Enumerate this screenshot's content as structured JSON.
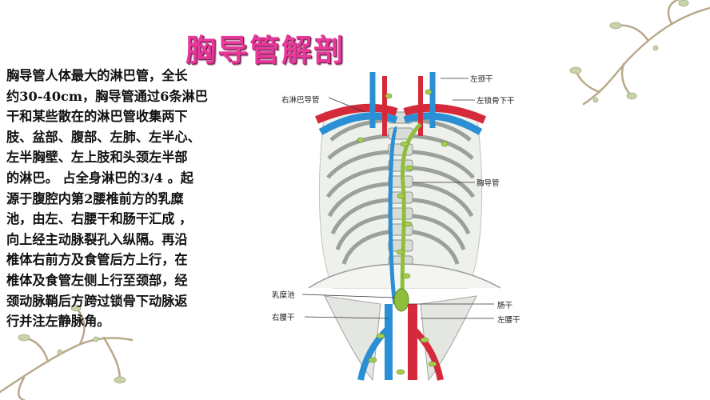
{
  "slide": {
    "title": "胸导管解剖",
    "paragraph_lines": [
      "胸导管人体最大的淋巴管，全长",
      "约30-40cm，胸导管通过6条淋巴",
      "干和某些散在的淋巴管收集两下",
      "肢、盆部、腹部、左肺、左半心、",
      "左半胸壁、左上肢和头颈左半部",
      "的淋巴。 占全身淋巴的3/4 。起",
      "源于腹腔内第2腰椎前方的乳糜",
      "池，由左、右腰干和肠干汇成 ，",
      "向上经主动脉裂孔入纵隔。再沿",
      "椎体右前方及食管后方上行，在",
      "椎体及食管左侧上行至颈部，经",
      "颈动脉鞘后方跨过锁骨下动脉返",
      "行并注左静脉角。"
    ]
  },
  "figure": {
    "labels": {
      "left_jugular_trunk": "左颈干",
      "right_lymphatic_duct": "右淋巴导管",
      "left_subclavian_trunk": "左锁骨下干",
      "thoracic_duct": "胸导管",
      "cisterna_chyli": "乳糜池",
      "intestinal_trunk": "肠干",
      "right_lumbar_trunk": "右腰干",
      "left_lumbar_trunk": "左腰干"
    }
  },
  "colors": {
    "title": "#e6399a",
    "artery": "#d42a3a",
    "vein": "#2a8fd4",
    "lymph": "#8fbf3a",
    "branch": "#b9a98c"
  }
}
